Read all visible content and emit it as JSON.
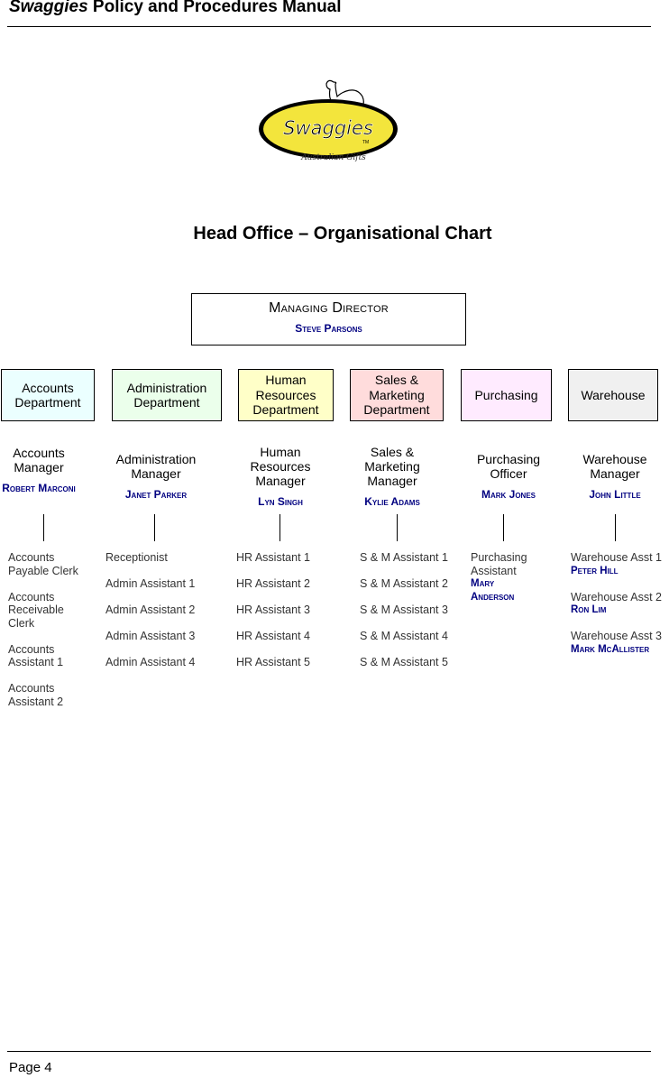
{
  "header": {
    "title_em": "Swaggies",
    "title_rest": " Policy and Procedures Manual"
  },
  "logo": {
    "brand": "Swaggies",
    "tag": "Australian Gifts",
    "tm": "TM"
  },
  "chart_title": "Head Office – Organisational Chart",
  "md": {
    "title": "Managing Director",
    "name": "Steve Parsons"
  },
  "departments": [
    {
      "name": "Accounts\nDepartment",
      "color": "#ebffff",
      "manager": "Accounts\nManager",
      "manager_name": "Robert\nMarconi",
      "staff": [
        {
          "role": "Accounts\nPayable Clerk"
        },
        {
          "role": "Accounts\nReceivable\nClerk"
        },
        {
          "role": "Accounts\nAssistant 1"
        },
        {
          "role": "Accounts\nAssistant 2"
        }
      ]
    },
    {
      "name": "Administration\nDepartment",
      "color": "#ebffeb",
      "manager": "Administration\nManager",
      "manager_name": "Janet Parker",
      "staff": [
        {
          "role": "Receptionist"
        },
        {
          "role": "Admin Assistant 1"
        },
        {
          "role": "Admin Assistant 2"
        },
        {
          "role": "Admin Assistant 3"
        },
        {
          "role": "Admin Assistant 4"
        }
      ]
    },
    {
      "name": "Human\nResources\nDepartment",
      "color": "#ffffc8",
      "manager": "Human\nResources\nManager",
      "manager_name": "Lyn Singh",
      "staff": [
        {
          "role": "HR Assistant 1"
        },
        {
          "role": "HR Assistant 2"
        },
        {
          "role": "HR Assistant 3"
        },
        {
          "role": "HR Assistant 4"
        },
        {
          "role": "HR Assistant 5"
        }
      ]
    },
    {
      "name": "Sales &\nMarketing\nDepartment",
      "color": "#ffdcdc",
      "manager": "Sales &\nMarketing\nManager",
      "manager_name": "Kylie Adams",
      "staff": [
        {
          "role": "S & M Assistant 1"
        },
        {
          "role": "S & M Assistant 2"
        },
        {
          "role": "S & M Assistant 3"
        },
        {
          "role": "S & M Assistant 4"
        },
        {
          "role": "S & M Assistant 5"
        }
      ]
    },
    {
      "name": "Purchasing",
      "color": "#ffebff",
      "manager": "Purchasing\nOfficer",
      "manager_name": "Mark Jones",
      "staff": [
        {
          "role": "Purchasing\nAssistant",
          "name": "Mary\nAnderson"
        }
      ]
    },
    {
      "name": "Warehouse",
      "color": "#f0f0f0",
      "manager": "Warehouse\nManager",
      "manager_name": "John Little",
      "staff": [
        {
          "role": "Warehouse Asst 1",
          "name": "Peter Hill"
        },
        {
          "role": "Warehouse Asst 2",
          "name": "Ron Lim"
        },
        {
          "role": "Warehouse Asst 3",
          "name": "Mark McAllister"
        }
      ]
    }
  ],
  "footer": {
    "page": "Page 4"
  }
}
